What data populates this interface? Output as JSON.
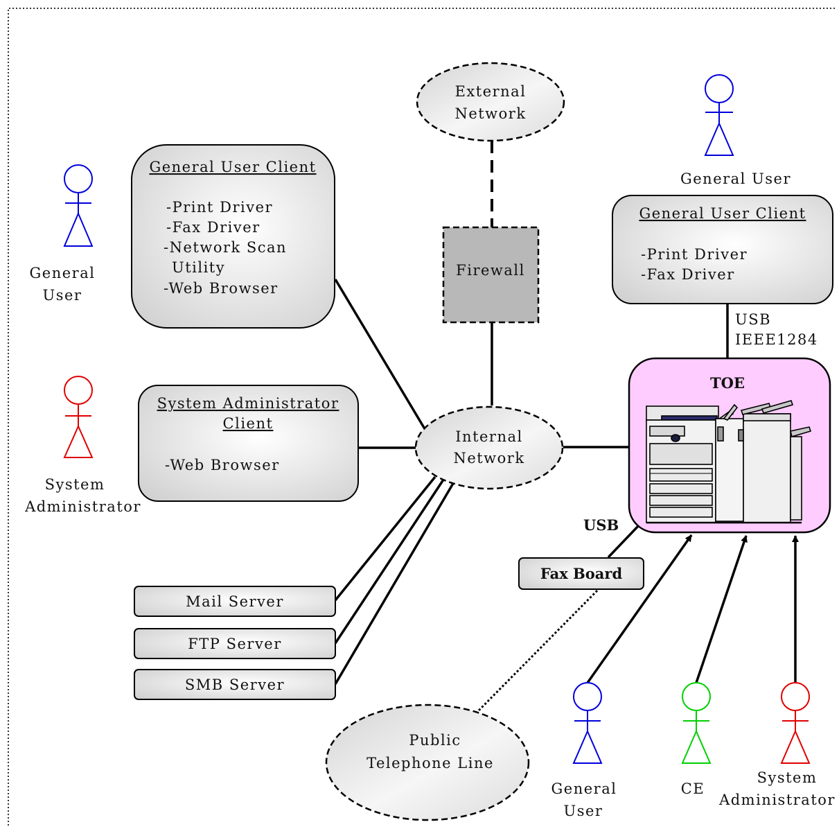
{
  "actors": {
    "general_user_left": {
      "label_lines": [
        "General",
        "User"
      ],
      "color": "#0000dd"
    },
    "sys_admin_left": {
      "label_lines": [
        "System",
        "Administrator"
      ],
      "color": "#e00000"
    },
    "general_user_top_right": {
      "label_lines": [
        "General User"
      ],
      "color": "#0000dd"
    },
    "general_user_bottom": {
      "label_lines": [
        "General",
        "User"
      ],
      "color": "#0000dd"
    },
    "ce_bottom": {
      "label_lines": [
        "CE"
      ],
      "color": "#00d000"
    },
    "sys_admin_bottom": {
      "label_lines": [
        "System",
        "Administrator"
      ],
      "color": "#e00000"
    }
  },
  "clients": {
    "general_left": {
      "title": "General User Client",
      "items": [
        "-Print Driver",
        "-Fax Driver",
        "-Network Scan",
        "Utility",
        "-Web Browser"
      ]
    },
    "sys_admin": {
      "title_lines": [
        "System Administrator",
        "Client"
      ],
      "items": [
        "-Web Browser"
      ]
    },
    "general_right": {
      "title": "General User Client",
      "items": [
        "-Print Driver",
        "-Fax Driver"
      ]
    }
  },
  "networks": {
    "external": {
      "label_lines": [
        "External",
        "Network"
      ]
    },
    "internal": {
      "label_lines": [
        "Internal",
        "Network"
      ]
    },
    "phone": {
      "label_lines": [
        "Public",
        "Telephone Line"
      ]
    }
  },
  "firewall": {
    "label": "Firewall"
  },
  "servers": [
    "Mail Server",
    "FTP Server",
    "SMB Server"
  ],
  "toe": {
    "label": "TOE",
    "fill": "#ffccff"
  },
  "fax_board": {
    "label": "Fax Board"
  },
  "connections": {
    "usb_ieee": [
      "USB",
      "IEEE1284"
    ],
    "usb_fax": "USB"
  }
}
